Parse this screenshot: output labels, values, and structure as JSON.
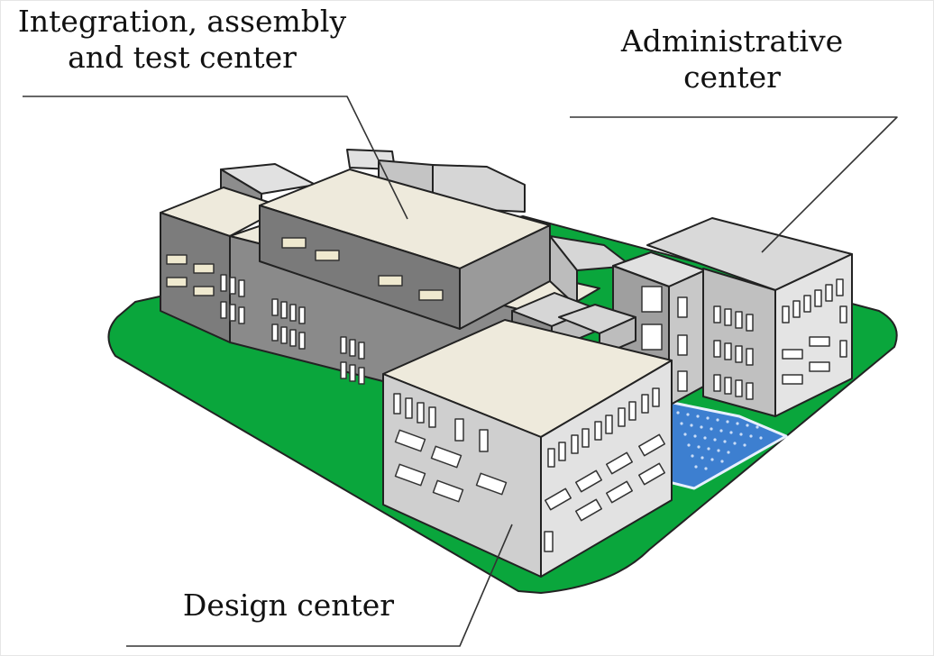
{
  "labels": {
    "integration_line1": "Integration, assembly",
    "integration_line2": "and test center",
    "admin_line1": "Administrative",
    "admin_line2": "center",
    "design": "Design center"
  },
  "colors": {
    "grass": "#0aa63c",
    "roof": "#eeeadc",
    "wall_dark": "#7c7c7c",
    "wall_mid": "#9a9a9a",
    "wall_light": "#d3d3d3",
    "window": "#ffffff",
    "window_lit": "#efe9cf",
    "solar": "#3d7fd0"
  }
}
